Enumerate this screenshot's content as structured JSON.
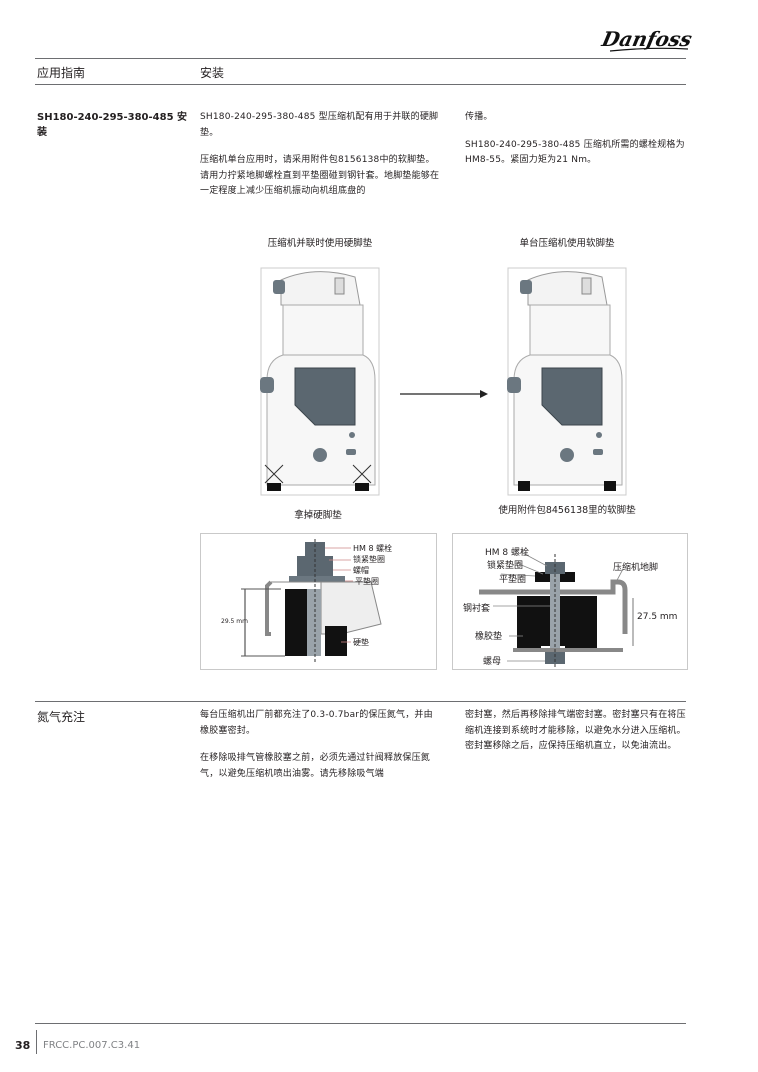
{
  "brand": {
    "logo": "Danfoss"
  },
  "header": {
    "guide": "应用指南",
    "section": "安装"
  },
  "install": {
    "title": "SH180-240-295-380-485 安装",
    "col1": [
      "SH180-240-295-380-485 型压缩机配有用于并联的硬脚垫。",
      "压缩机单台应用时，请采用附件包8156138中的软脚垫。请用力拧紧地脚螺栓直到平垫圈碰到钢针套。地脚垫能够在一定程度上减少压缩机振动向机组底盘的"
    ],
    "col2": [
      "传播。",
      "SH180-240-295-380-485 压缩机所需的螺栓规格为HM8-55。紧固力矩为21 Nm。"
    ]
  },
  "figures": {
    "left_caption": "压缩机并联时使用硬脚垫",
    "right_caption": "单台压缩机使用软脚垫",
    "left_note": "拿掉硬脚垫",
    "right_note": "使用附件包8456138里的软脚垫",
    "hard_detail": {
      "bolt": "HM 8 螺栓",
      "lock_washer": "锁紧垫圈",
      "nut": "螺帽",
      "flat_washer": "平垫圈",
      "height": "29.5 mm",
      "hard_pad": "硬垫"
    },
    "soft_detail": {
      "bolt": "HM 8 螺栓",
      "lock_washer": "锁紧垫圈",
      "flat_washer": "平垫圈",
      "foot": "压缩机地脚",
      "sleeve": "钢衬套",
      "rubber": "橡胶垫",
      "nut": "螺母",
      "height": "27.5 mm"
    }
  },
  "nitrogen": {
    "title": "氮气充注",
    "col1": [
      "每台压缩机出厂前都充注了0.3-0.7bar的保压氮气，并由橡胶塞密封。",
      "在移除吸排气管橡胶塞之前，必须先通过针阀释放保压氮气，以避免压缩机喷出油雾。请先移除吸气端"
    ],
    "col2": [
      "密封塞，然后再移除排气端密封塞。密封塞只有在将压缩机连接到系统时才能移除，以避免水分进入压缩机。密封塞移除之后，应保持压缩机直立，以免油流出。"
    ]
  },
  "footer": {
    "page": "38",
    "doc_code": "FRCC.PC.007.C3.41"
  }
}
